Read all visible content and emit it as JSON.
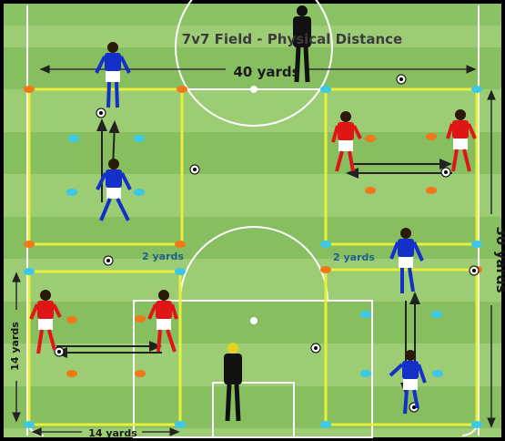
{
  "title": "7v7 Field - Physical Distance",
  "labels": {
    "width_40": "40 yards",
    "height_30": "30 yards",
    "gap_top": "2 yards",
    "gap_right": "2 yards",
    "side_14_v": "14 yards",
    "side_14_h": "14 yards"
  },
  "colors": {
    "grass_light": "#9ccc74",
    "grass_dark": "#7fb85a",
    "grid_line": "#e8ef3a",
    "field_line": "#ffffff",
    "team_blue": "#1530c8",
    "team_red": "#e01515",
    "cone_orange": "#f07818",
    "cone_cyan": "#3cc8e8",
    "coach": "#111111"
  }
}
